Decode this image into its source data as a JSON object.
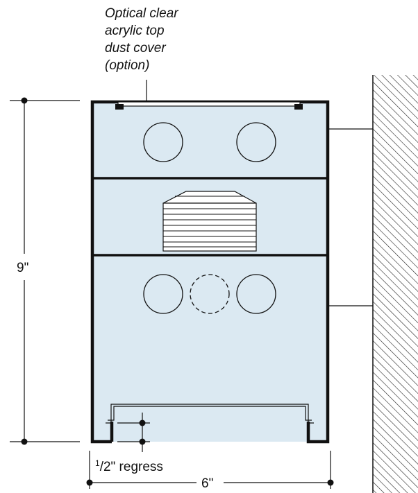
{
  "callout": {
    "line1": "Optical clear",
    "line2": "acrylic top",
    "line3": "dust cover",
    "line4": "(option)"
  },
  "dimensions": {
    "height": "9\"",
    "width": "6\"",
    "regress_super": "1",
    "regress_rest": "/2\" regress"
  },
  "colors": {
    "panel_fill": "#dbe9f2",
    "outline": "#111111",
    "hatch": "#222222"
  }
}
